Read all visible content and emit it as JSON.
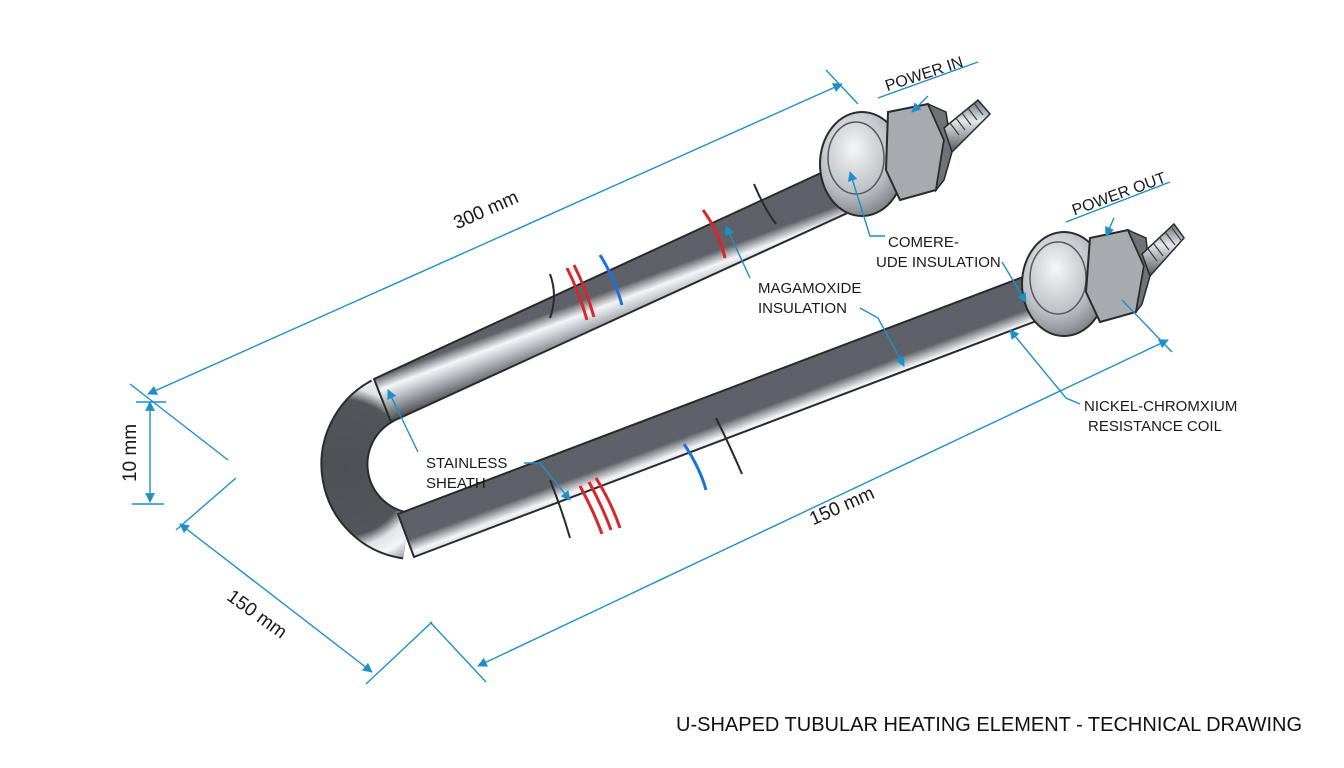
{
  "caption": "U-SHAPED TUBULAR HEATING ELEMENT - TECHNICAL DRAWING",
  "labels": {
    "power_in": "POWER IN",
    "power_out": "POWER OUT",
    "comere_line1": "COMERE-",
    "comere_line2": "UDE INSULATION",
    "magamoxide_line1": "MAGAMOXIDE",
    "magamoxide_line2": "INSULATION",
    "stainless_line1": "STAINLESS",
    "stainless_line2": "SHEATH",
    "nickel_line1": "NICKEL-CHROMXIUM",
    "nickel_line2": "RESISTANCE COIL"
  },
  "dimensions": {
    "top_length": "300 mm",
    "bottom_length": "150 mm",
    "bend_width": "150 mm",
    "tube_diameter": "10 mm"
  },
  "colors": {
    "dimension_line": "#1e8fc8",
    "tube_outline": "#2a2a2a",
    "band_red": "#d8262c",
    "band_blue": "#1a73d9",
    "text": "#1a1a1a"
  }
}
